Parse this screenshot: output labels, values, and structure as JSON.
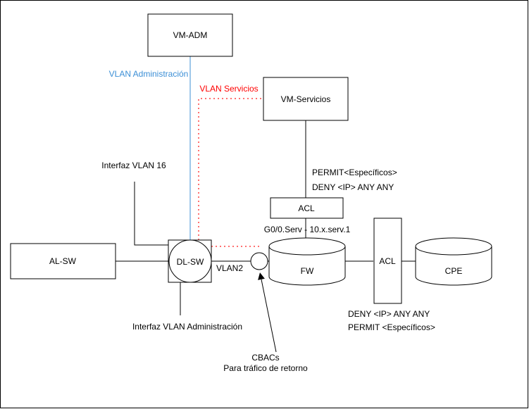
{
  "colors": {
    "vlan_admin": "#3c8fd6",
    "vlan_services": "#ff0000",
    "vlan_services_link": "#ff7070",
    "line": "#000000"
  },
  "nodes": {
    "vm_adm": "VM-ADM",
    "vm_servicios": "VM-Servicios",
    "al_sw": "AL-SW",
    "dl_sw": "DL-SW",
    "fw": "FW",
    "cpe": "CPE",
    "acl_top": "ACL",
    "acl_right": "ACL"
  },
  "labels": {
    "vlan_admin": "VLAN Administración",
    "vlan_services": "VLAN Servicios",
    "interfaz_vlan16": "Interfaz VLAN 16",
    "interfaz_vlan_admin": "Interfaz VLAN Administración",
    "vlan2": "VLAN2",
    "g0_serv": "G0/0.Serv - 10.x.serv.1",
    "acl_top_permit": "PERMIT<Específicos>",
    "acl_top_deny": "DENY <IP> ANY ANY",
    "acl_right_deny": "DENY <IP> ANY ANY",
    "acl_right_permit": "PERMIT <Específicos>",
    "cbac_title": "CBACs",
    "cbac_sub": "Para tráfico de retorno"
  }
}
